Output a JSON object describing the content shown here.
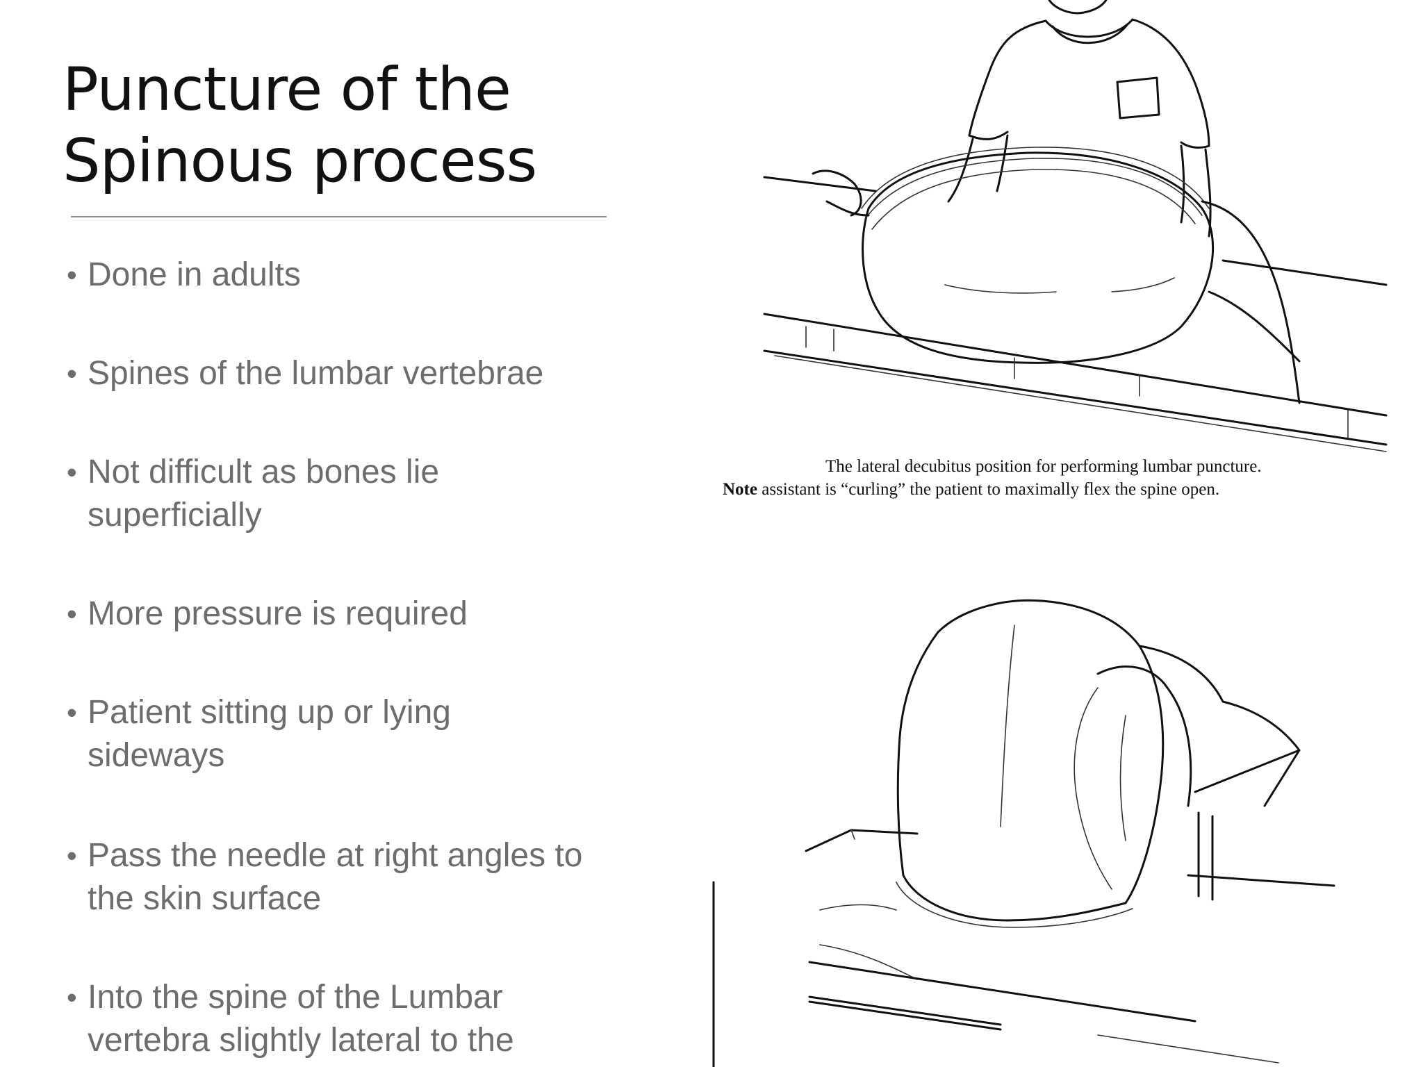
{
  "slide": {
    "title_lines": [
      "Puncture of the",
      "Spinous process"
    ],
    "bullets": [
      "Done in adults",
      "Spines of the lumbar vertebrae",
      "Not difficult as bones lie superficially",
      "More pressure is required",
      "Patient sitting up or lying sideways",
      "Pass the needle at right angles to the skin surface",
      "Into the spine of the Lumbar vertebra slightly lateral to the"
    ],
    "bullet_symbol": "•"
  },
  "figure": {
    "caption_line1": "The lateral decubitus position for performing lumbar puncture.",
    "caption_note_label": "Note",
    "caption_line2": "assistant is “curling” the patient to maximally flex the spine open."
  }
}
